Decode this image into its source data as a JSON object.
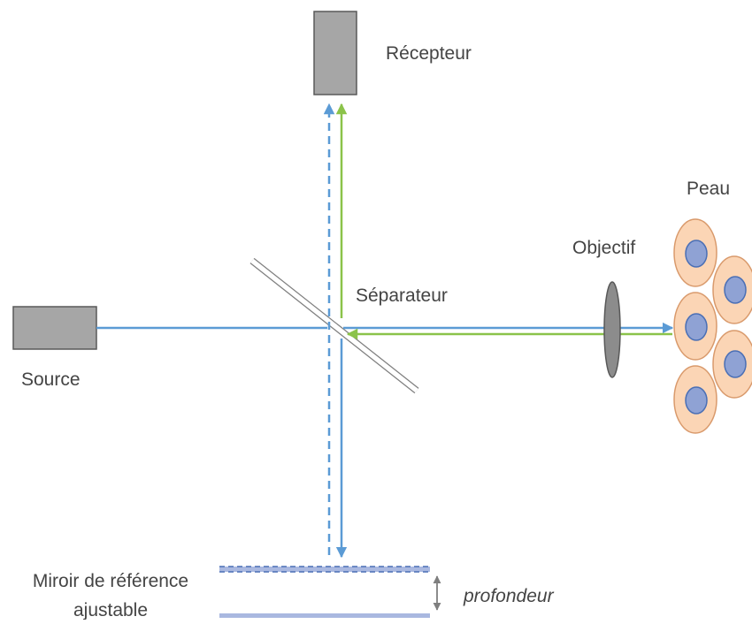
{
  "labels": {
    "receiver": "Récepteur",
    "skin": "Peau",
    "objective": "Objectif",
    "splitter": "Séparateur",
    "source": "Source",
    "mirror_line1": "Miroir de référence",
    "mirror_line2": "ajustable",
    "depth": "profondeur"
  },
  "colors": {
    "reference_beam": "#5b9bd5",
    "sample_beam": "#8bc34a",
    "device_fill": "#a6a6a6",
    "device_stroke": "#595959",
    "cell_fill": "#fbd5b5",
    "cell_stroke": "#d99a6c",
    "nucleus_fill": "#8fa2d4",
    "nucleus_stroke": "#4a6fb5",
    "mirror_color": "#a9b8e0"
  }
}
